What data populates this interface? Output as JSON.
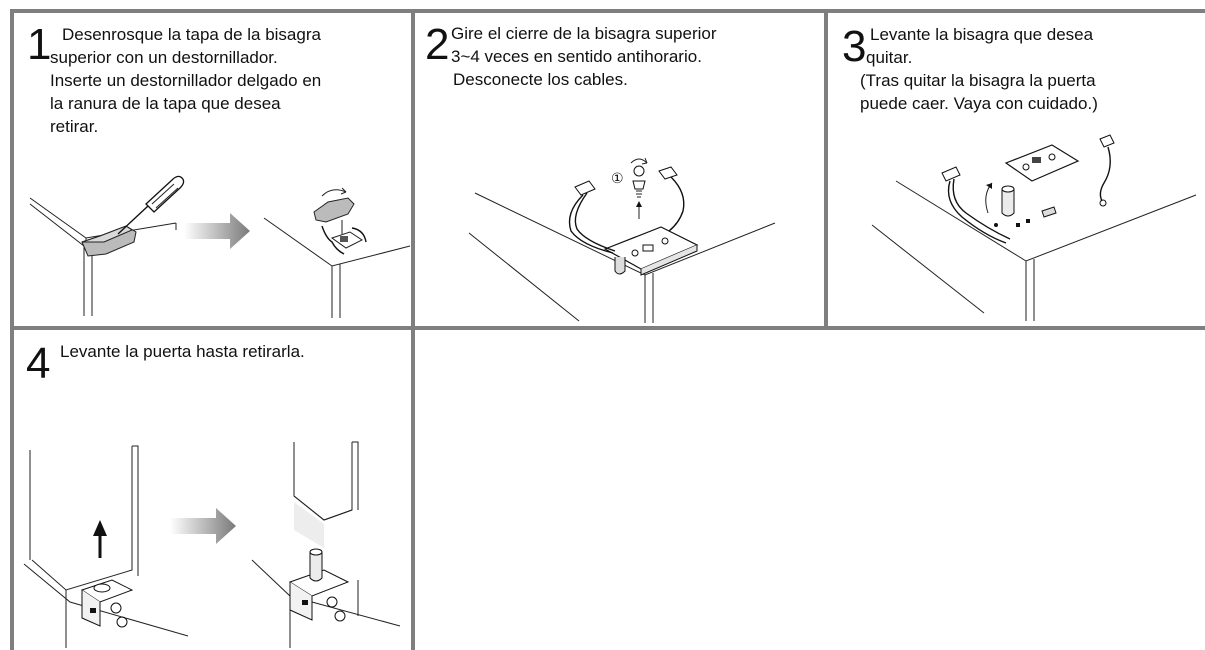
{
  "steps": [
    {
      "number": "1",
      "lines": [
        "Desenrosque la tapa de la bisagra",
        "superior con un destornillador.",
        "Inserte un destornillador delgado en",
        "la ranura de la tapa que desea",
        "retirar."
      ]
    },
    {
      "number": "2",
      "lines": [
        "Gire el cierre de la bisagra superior",
        "3~4 veces en sentido antihorario.",
        "Desconecte los cables."
      ],
      "callout": "①"
    },
    {
      "number": "3",
      "lines": [
        "Levante la bisagra que desea",
        "quitar.",
        "(Tras quitar la bisagra la puerta",
        "puede caer. Vaya con cuidado.)"
      ]
    },
    {
      "number": "4",
      "lines": [
        "Levante la puerta hasta retirarla."
      ]
    }
  ],
  "colors": {
    "border": "#7f7f7f",
    "arrow": "#999999"
  },
  "icons": [
    "screwdriver-icon",
    "arrow-right-icon",
    "arrow-up-icon",
    "hinge-icon",
    "cable-icon",
    "screw-icon"
  ]
}
